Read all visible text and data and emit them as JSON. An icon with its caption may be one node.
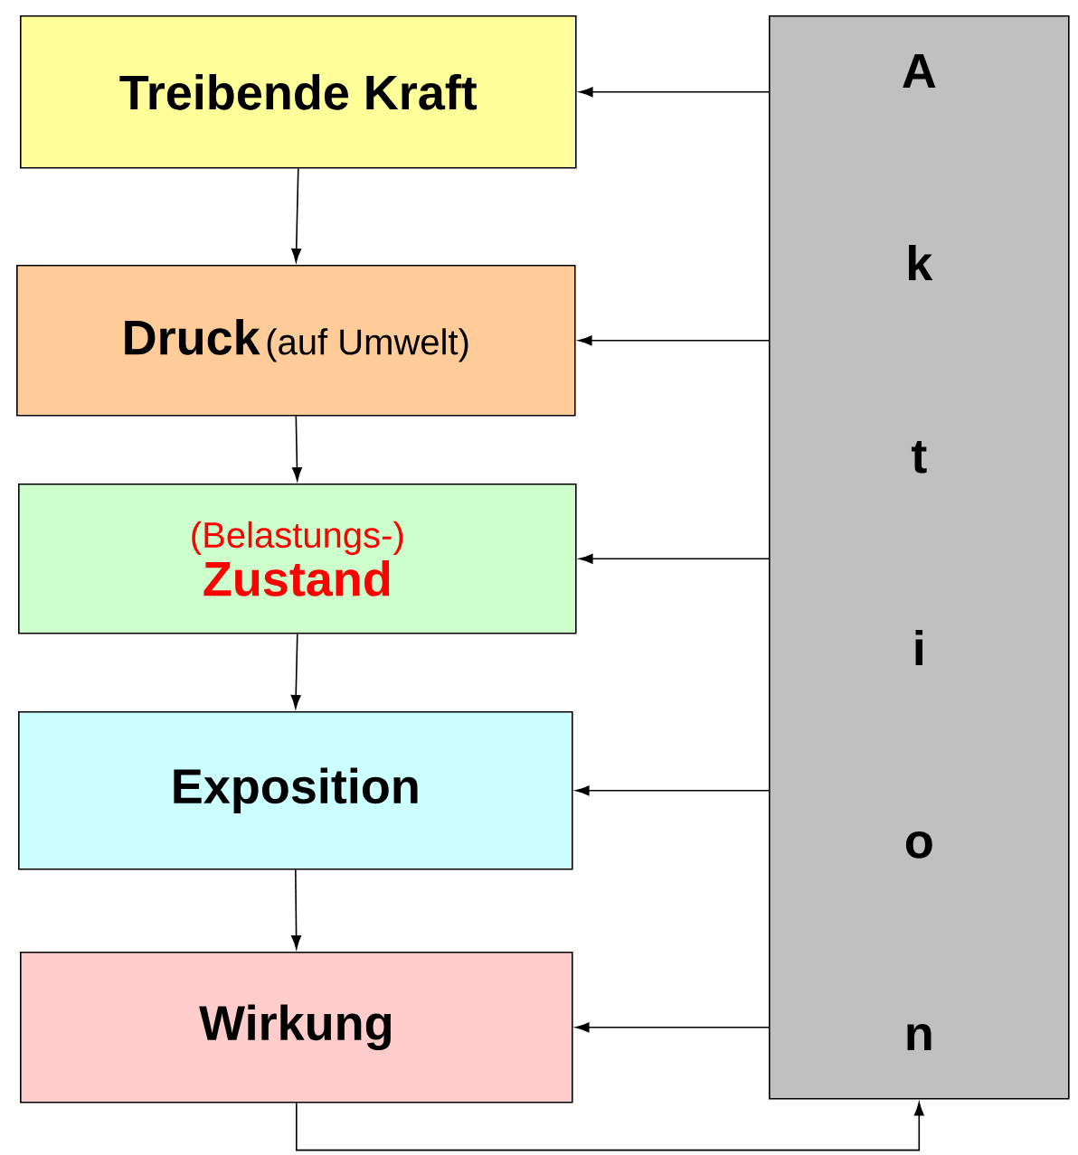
{
  "diagram": {
    "nodes": [
      {
        "text": [
          "Treibende Kraft"
        ]
      },
      {
        "text": [
          "Druck",
          "(auf Umwelt)"
        ]
      },
      {
        "text": [
          "(Belastungs-)",
          "Zustand"
        ]
      },
      {
        "text": [
          "Exposition"
        ]
      },
      {
        "text": [
          "Wirkung"
        ]
      },
      {
        "text": [
          "Aktion"
        ]
      }
    ],
    "edges": [
      {
        "from": 0,
        "to": 1,
        "arrow": "to"
      },
      {
        "from": 1,
        "to": 2,
        "arrow": "to"
      },
      {
        "from": 2,
        "to": 3,
        "arrow": "to"
      },
      {
        "from": 3,
        "to": 4,
        "arrow": "to"
      },
      {
        "from": 5,
        "to": 0,
        "arrow": "to"
      },
      {
        "from": 5,
        "to": 1,
        "arrow": "to"
      },
      {
        "from": 5,
        "to": 2,
        "arrow": "to"
      },
      {
        "from": 5,
        "to": 3,
        "arrow": "to"
      },
      {
        "from": 5,
        "to": 4,
        "arrow": "to"
      },
      {
        "from": 4,
        "to": 5,
        "arrow": "to"
      }
    ]
  }
}
